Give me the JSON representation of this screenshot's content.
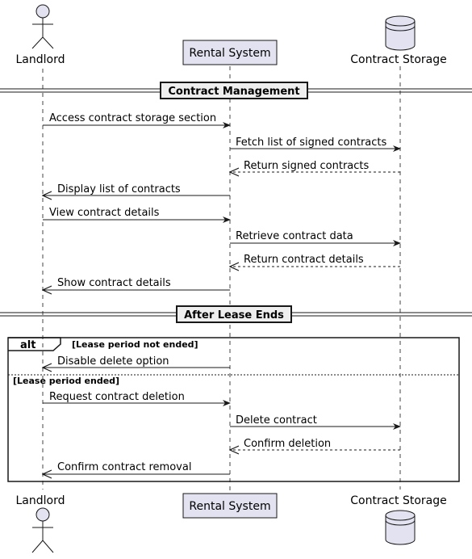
{
  "participants": {
    "landlord": "Landlord",
    "rental": "Rental System",
    "storage": "Contract Storage"
  },
  "separators": {
    "contract_management": "Contract Management",
    "after_lease": "After Lease Ends"
  },
  "messages": {
    "m1": "Access contract storage section",
    "m2": "Fetch list of signed contracts",
    "m3": "Return signed contracts",
    "m4": "Display list of contracts",
    "m5": "View contract details",
    "m6": "Retrieve contract data",
    "m7": "Return contract details",
    "m8": "Show contract details",
    "m9": "Disable delete option",
    "m10": "Request contract deletion",
    "m11": "Delete contract",
    "m12": "Confirm deletion",
    "m13": "Confirm contract removal"
  },
  "alt": {
    "keyword": "alt",
    "guard1": "[Lease period not ended]",
    "guard2": "[Lease period ended]"
  },
  "colors": {
    "participant_fill": "#e2e2f0",
    "line": "#181818",
    "separator_fill": "#eeeeee"
  }
}
